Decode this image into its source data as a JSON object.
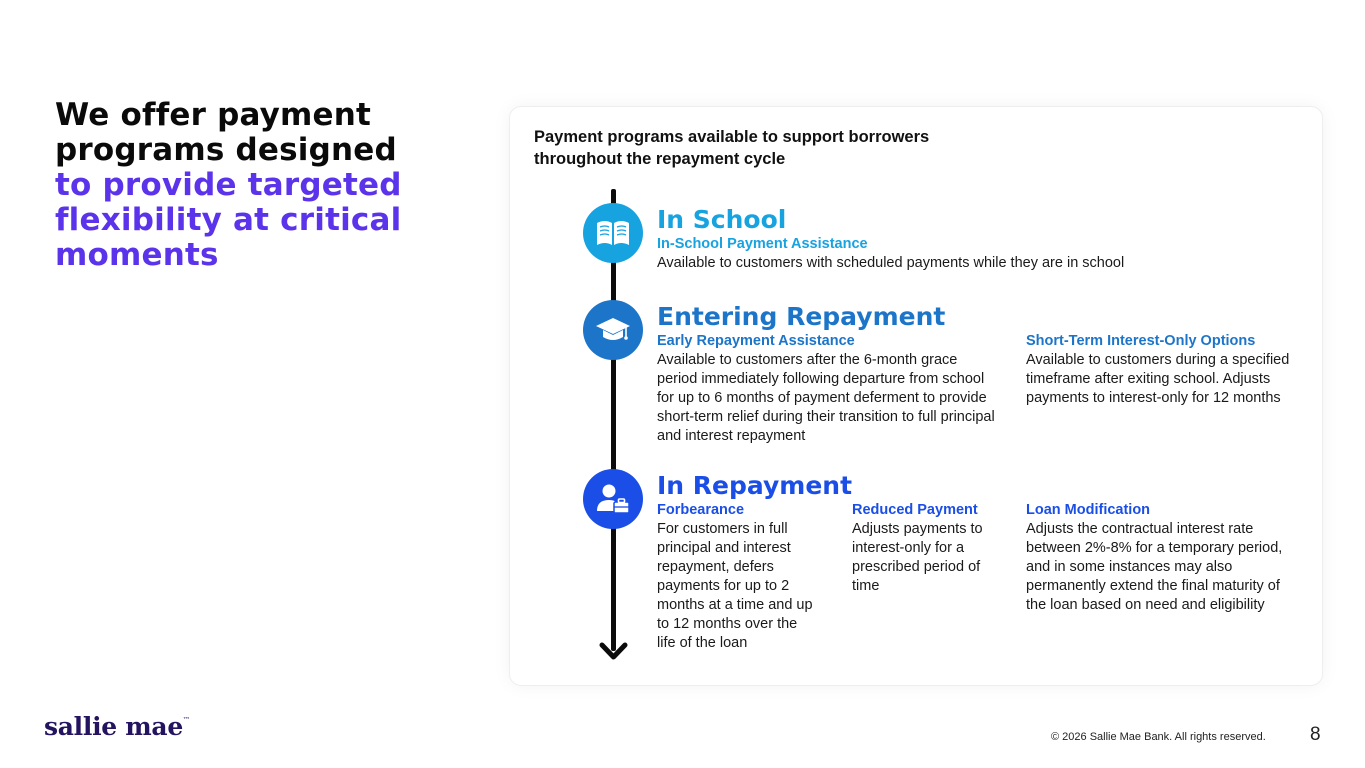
{
  "headline": {
    "part1": "We offer payment programs designed",
    "part2": "to provide targeted flexibility at critical moments"
  },
  "card": {
    "title": "Payment programs available to support borrowers throughout the repayment cycle",
    "stages": [
      {
        "icon": "book-icon",
        "heading": "In School",
        "color": "#17a2e0",
        "programs": [
          {
            "name": "In-School Payment Assistance",
            "desc": "Available to customers with scheduled payments while they are in school"
          }
        ]
      },
      {
        "icon": "graduation-cap-icon",
        "heading": "Entering Repayment",
        "color": "#1c75c8",
        "programs": [
          {
            "name": "Early Repayment Assistance",
            "desc": "Available to customers after the 6-month grace period immediately following departure from school for up to 6 months of payment deferment to provide short-term relief during their transition to full principal and interest repayment"
          },
          {
            "name": "Short-Term Interest-Only Options",
            "desc": "Available to customers during a specified timeframe after exiting school. Adjusts payments to interest-only for 12 months"
          }
        ]
      },
      {
        "icon": "person-briefcase-icon",
        "heading": "In Repayment",
        "color": "#1a4ee6",
        "programs": [
          {
            "name": "Forbearance",
            "desc": "For customers in full principal and interest repayment, defers payments for up to 2 months at a time and up to 12 months over the life of the loan"
          },
          {
            "name": "Reduced Payment",
            "desc": "Adjusts payments to interest-only for a prescribed period of time"
          },
          {
            "name": "Loan Modification",
            "desc": "Adjusts the contractual interest rate between 2%-8% for a temporary period, and in some instances may also permanently extend the final maturity of the loan based on need and eligibility"
          }
        ]
      }
    ]
  },
  "footer": {
    "logo": "sallie mae",
    "logo_mark": "™",
    "copyright": "© 2026 Sallie Mae Bank. All rights reserved.",
    "page_number": "8"
  },
  "colors": {
    "accent_purple": "#5b33ea",
    "dark_text": "#0a0a0a",
    "logo_navy": "#24135f"
  }
}
